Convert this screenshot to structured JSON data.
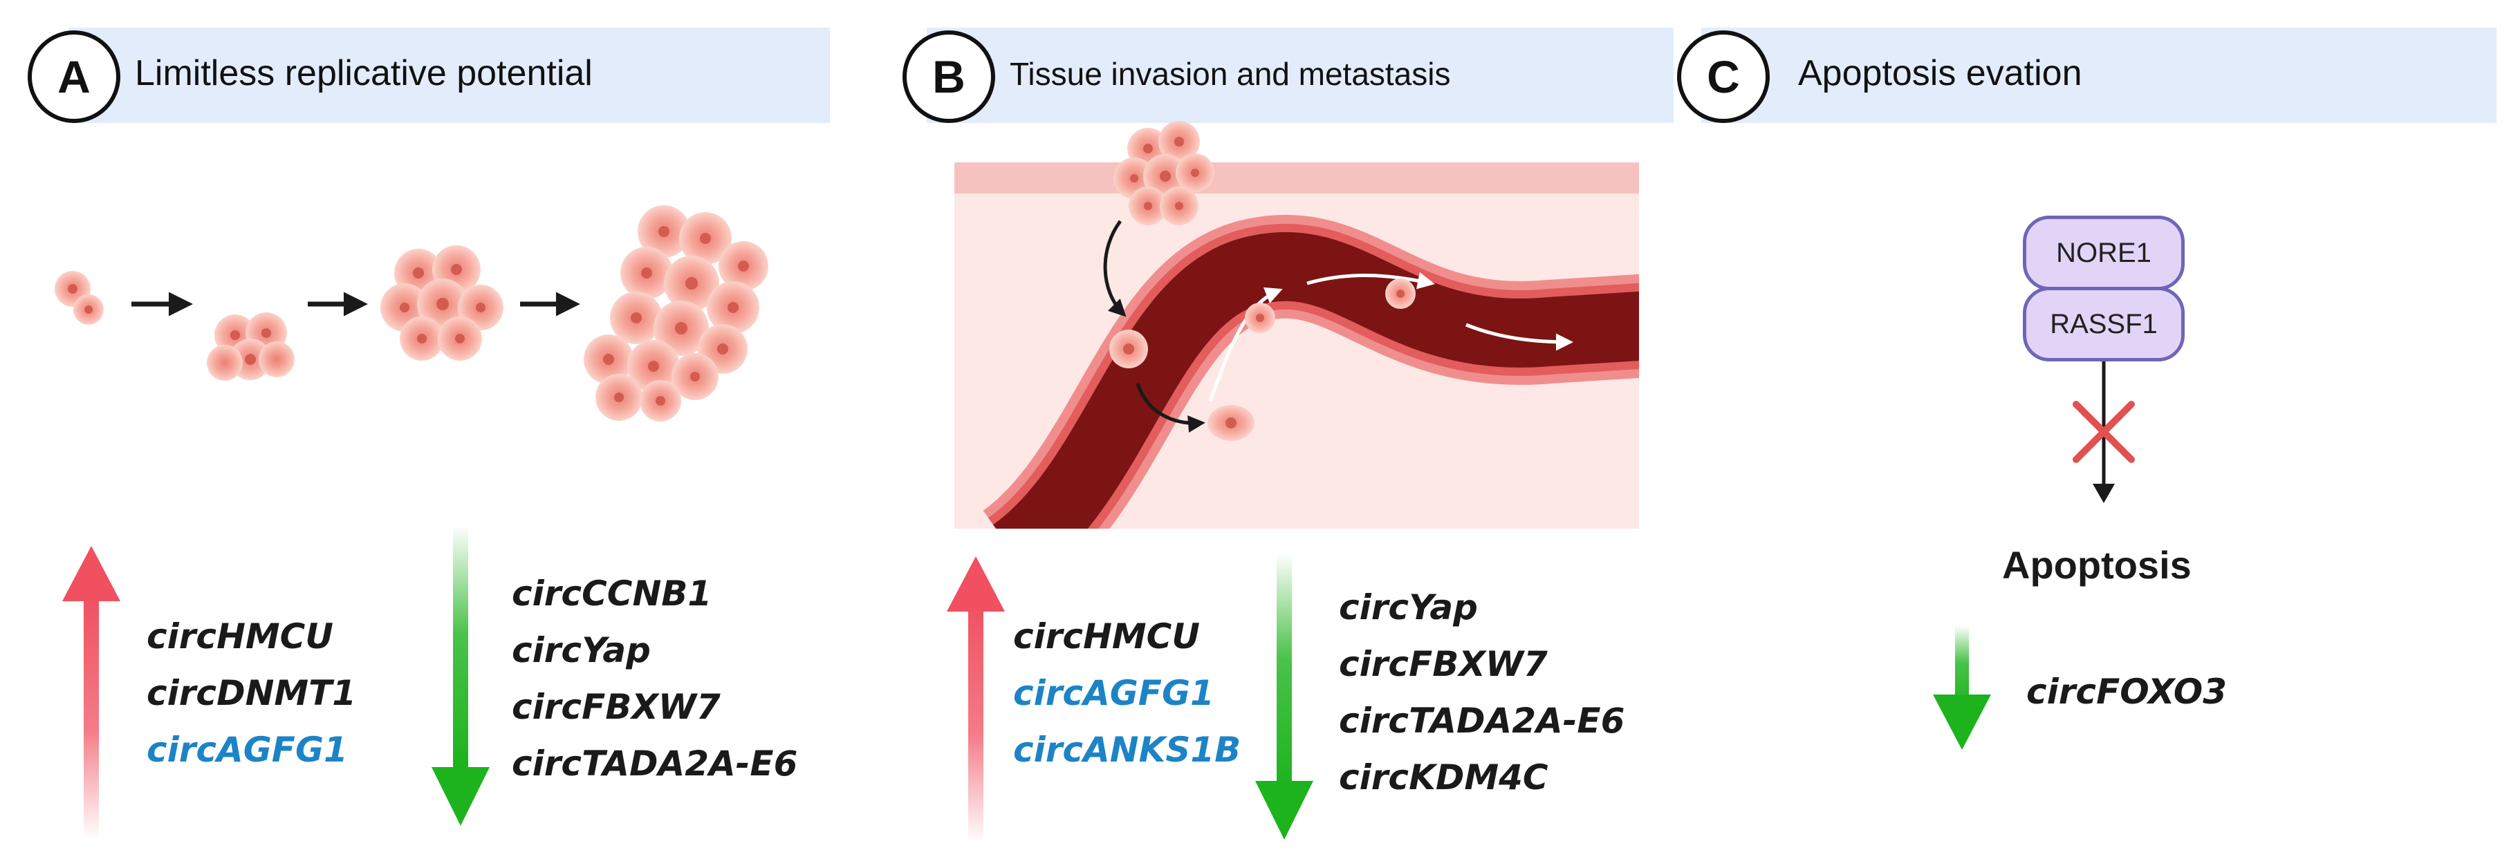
{
  "panels": [
    {
      "letter": "A",
      "title": "Limitless replicative potential",
      "up_genes": [
        {
          "name": "circHMCU",
          "highlight": false
        },
        {
          "name": "circDNMT1",
          "highlight": false
        },
        {
          "name": "circAGFG1",
          "highlight": true
        }
      ],
      "down_genes": [
        {
          "name": "circCCNB1",
          "highlight": false
        },
        {
          "name": "circYap",
          "highlight": false
        },
        {
          "name": "circFBXW7",
          "highlight": false
        },
        {
          "name": "circTADA2A-E6",
          "highlight": false
        }
      ]
    },
    {
      "letter": "B",
      "title": "Tissue invasion and metastasis",
      "up_genes": [
        {
          "name": "circHMCU",
          "highlight": false
        },
        {
          "name": "circAGFG1",
          "highlight": true
        },
        {
          "name": "circANKS1B",
          "highlight": true
        }
      ],
      "down_genes": [
        {
          "name": "circYap",
          "highlight": false
        },
        {
          "name": "circFBXW7",
          "highlight": false
        },
        {
          "name": "circTADA2A-E6",
          "highlight": false
        },
        {
          "name": "circKDM4C",
          "highlight": false
        }
      ]
    },
    {
      "letter": "C",
      "title": "Apoptosis evation",
      "proteins": [
        "NORE1",
        "RASSF1"
      ],
      "outcome": "Apoptosis",
      "down_genes": [
        {
          "name": "circFOXO3",
          "highlight": false
        }
      ]
    }
  ],
  "colors": {
    "banner": "#e3ecfb",
    "up_arrow": "#f0505f",
    "down_arrow": "#1db31d",
    "highlight_text": "#1c84c6",
    "cell": "#f4a093",
    "vessel": "#8b1818",
    "inhibit_cross": "#e0514f",
    "protein_fill": "#e2d4f7",
    "protein_border": "#6f65b8"
  }
}
